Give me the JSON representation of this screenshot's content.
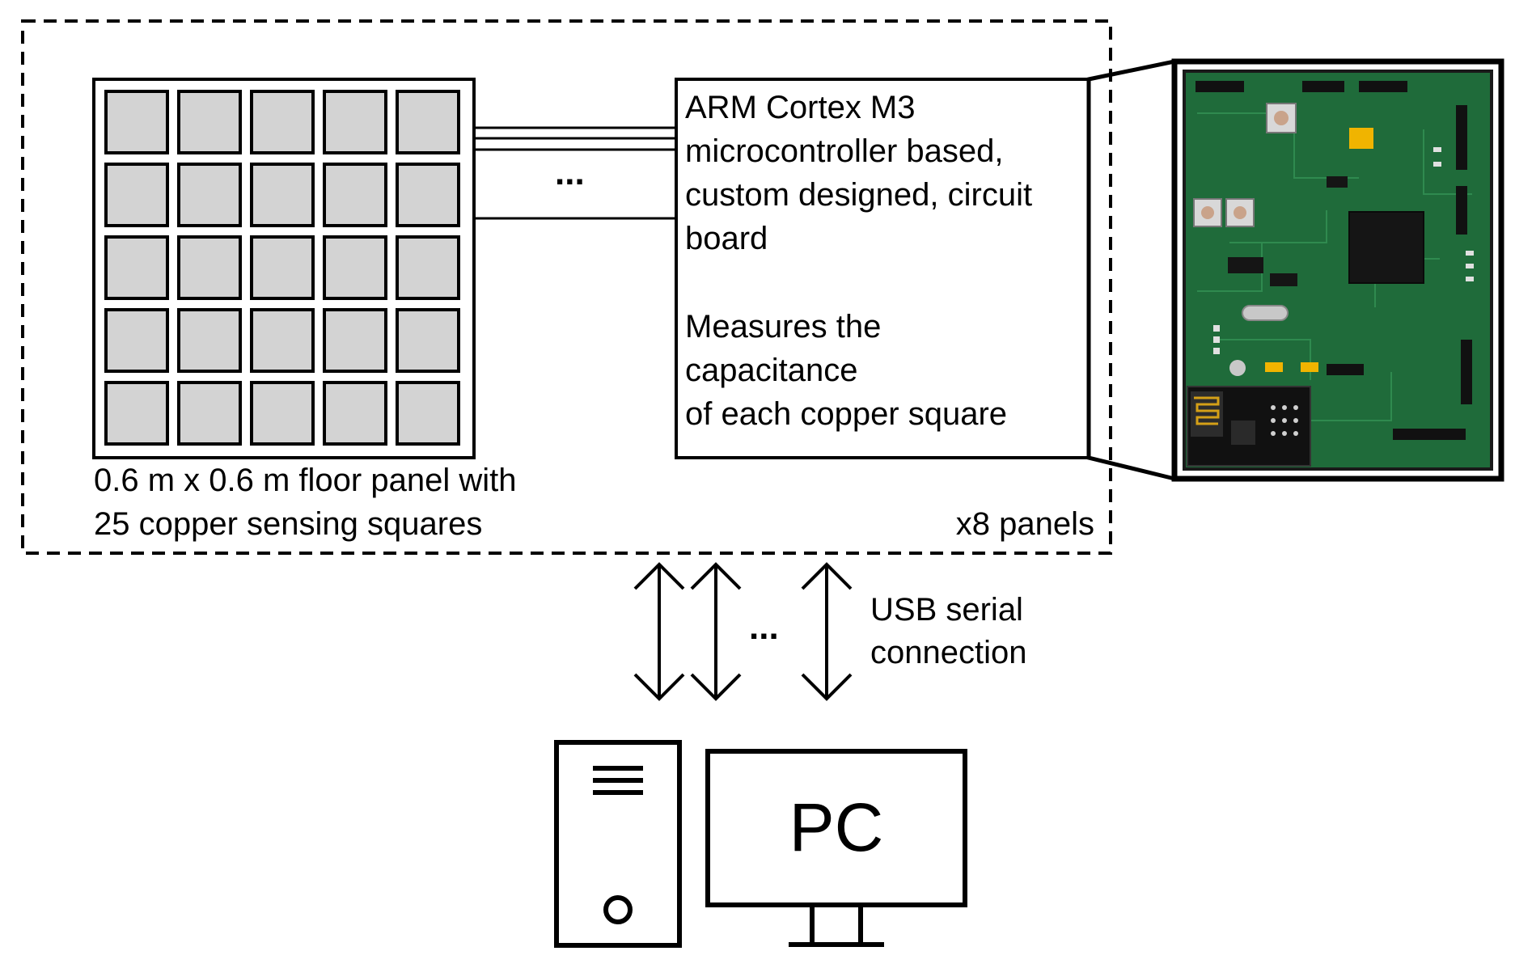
{
  "floor_panel": {
    "caption_line1": "0.6 m x 0.6 m floor panel with",
    "caption_line2": "25 copper sensing squares",
    "grid_rows": 5,
    "grid_cols": 5,
    "square_fill": "#d3d3d3"
  },
  "connection_ellipsis": "...",
  "microcontroller": {
    "lines": [
      "ARM Cortex M3",
      "microcontroller based,",
      "custom designed, circuit",
      "board",
      "",
      "Measures the",
      "capacitance",
      "of each copper square"
    ]
  },
  "panel_count_label": "x8 panels",
  "usb": {
    "label_line1": "USB serial",
    "label_line2": "connection",
    "ellipsis": "..."
  },
  "pc": {
    "label": "PC"
  },
  "colors": {
    "stroke": "#000000",
    "pcb_green": "#1f6b3a",
    "pcb_dark": "#0f3f22"
  }
}
